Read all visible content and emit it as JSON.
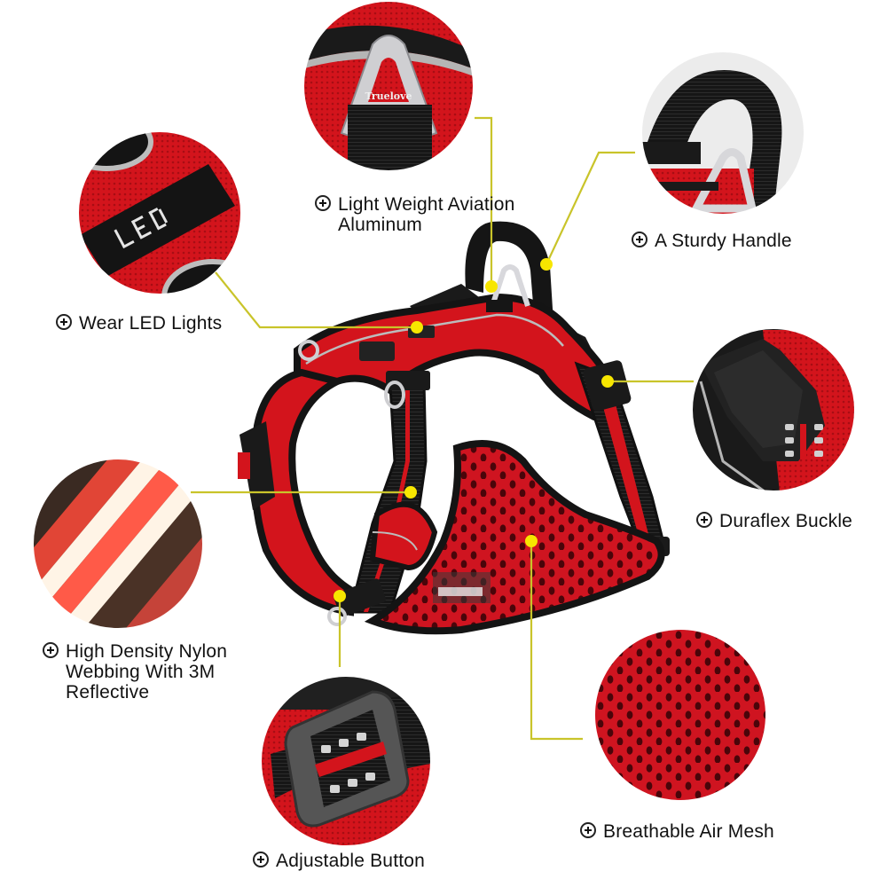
{
  "product": {
    "name": "Dog Harness",
    "brand_engraving": "Truelove",
    "led_tag_text": "LED",
    "colors": {
      "primary_red": "#d3141c",
      "black": "#141414",
      "reflective_gray": "#bdbdbd",
      "leader_line": "#c9c42a",
      "callout_dot": "#f7e600",
      "metal": "#cfcfd2"
    }
  },
  "callouts": [
    {
      "id": "aviation-aluminum",
      "icon": "plus-circle-icon",
      "text": "Light Weight Aviation\nAluminum"
    },
    {
      "id": "sturdy-handle",
      "icon": "plus-circle-icon",
      "text": "A Sturdy Handle"
    },
    {
      "id": "led-lights",
      "icon": "plus-circle-icon",
      "text": "Wear LED Lights"
    },
    {
      "id": "duraflex-buckle",
      "icon": "plus-circle-icon",
      "text": "Duraflex Buckle"
    },
    {
      "id": "nylon-webbing",
      "icon": "plus-circle-icon",
      "text": "High Density Nylon\nWebbing With 3M\nReflective"
    },
    {
      "id": "air-mesh",
      "icon": "plus-circle-icon",
      "text": "Breathable Air Mesh"
    },
    {
      "id": "adjustable-button",
      "icon": "plus-circle-icon",
      "text": "Adjustable Button"
    }
  ]
}
